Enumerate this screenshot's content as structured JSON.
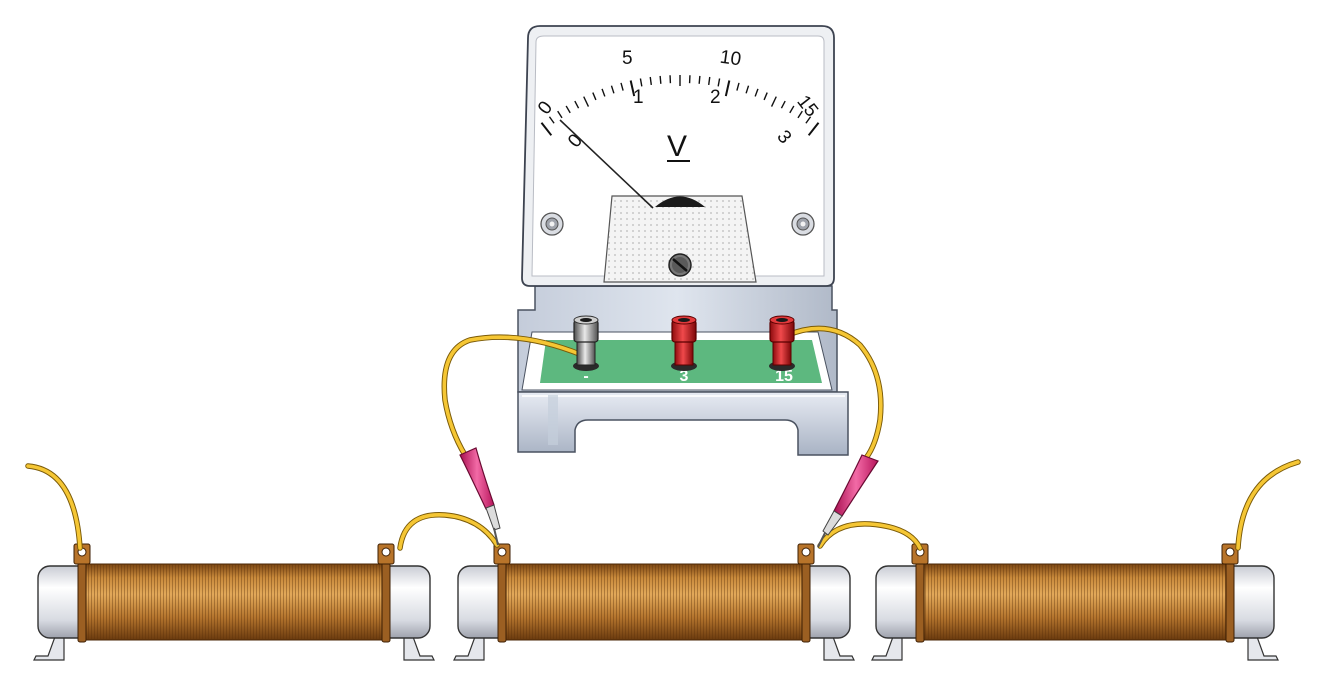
{
  "voltmeter": {
    "unit": "V",
    "outer_scale": [
      "0",
      "5",
      "10",
      "15"
    ],
    "inner_scale": [
      "0",
      "1",
      "2",
      "3"
    ],
    "needle_reading": 0,
    "terminals": [
      "-",
      "3",
      "15"
    ],
    "colors": {
      "negative_terminal": "#9a9a9a",
      "positive_terminal": "#d4161b",
      "panel": "#5db87f",
      "wire": "#f5c634",
      "clip": "#e8287a",
      "coil": "#b8742a"
    }
  },
  "resistors": [
    {
      "name": "left-rheostat"
    },
    {
      "name": "middle-rheostat"
    },
    {
      "name": "right-rheostat"
    }
  ]
}
